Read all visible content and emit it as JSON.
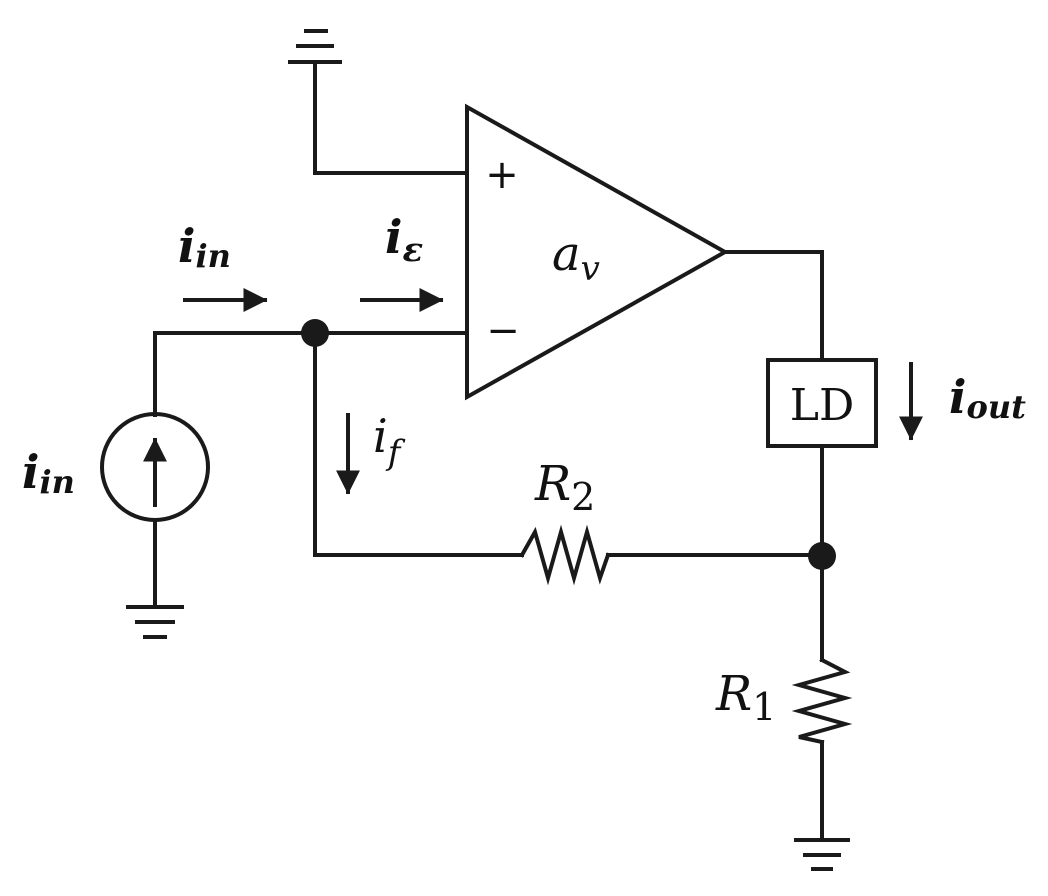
{
  "labels": {
    "i_in_top": {
      "main": "i",
      "sub": "in"
    },
    "i_eps": {
      "main": "i",
      "sub": "ε"
    },
    "i_in_source": {
      "main": "i",
      "sub": "in"
    },
    "i_f": {
      "main": "i",
      "sub": "f"
    },
    "i_out": {
      "main": "i",
      "sub": "out"
    },
    "gain": {
      "main": "a",
      "sub": "v"
    },
    "r2": {
      "main": "R",
      "sub": "2"
    },
    "r1": {
      "main": "R",
      "sub": "1"
    },
    "ld": "LD",
    "plus": "+",
    "minus": "−"
  }
}
